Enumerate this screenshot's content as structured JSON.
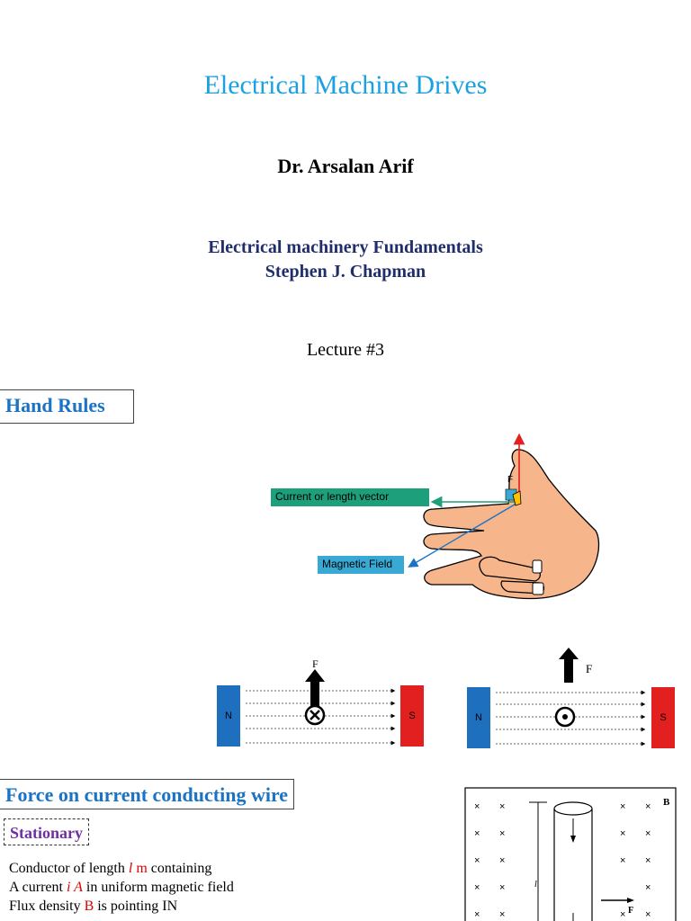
{
  "header": {
    "title": "Electrical Machine Drives",
    "author": "Dr. Arsalan Arif",
    "book_title": "Electrical machinery Fundamentals",
    "book_author": "Stephen J. Chapman",
    "lecture": "Lecture #3"
  },
  "hand_rules": {
    "heading": "Hand Rules",
    "label_current": "Current or length vector",
    "label_field": "Magnetic Field",
    "label_force": "F",
    "colors": {
      "force": "#e32020",
      "current": "#1e9f7b",
      "field": "#1a73c5",
      "skin": "#f6b58a"
    }
  },
  "magnets": {
    "north": "N",
    "south": "S",
    "force_label": "F"
  },
  "force_section": {
    "heading": "Force on current conducting wire",
    "subheading": "Stationary",
    "lines": [
      {
        "pre": "Conductor of length ",
        "var": "l",
        "unit": " m",
        "post": " containing"
      },
      {
        "pre": "A current ",
        "var": "i A",
        "post": " in uniform magnetic field"
      },
      {
        "pre": "Flux density ",
        "var": "B",
        "post": " is pointing IN"
      }
    ],
    "figure": {
      "field_label": "B",
      "length_label": "l",
      "force_label": "F",
      "cross": "×"
    }
  }
}
